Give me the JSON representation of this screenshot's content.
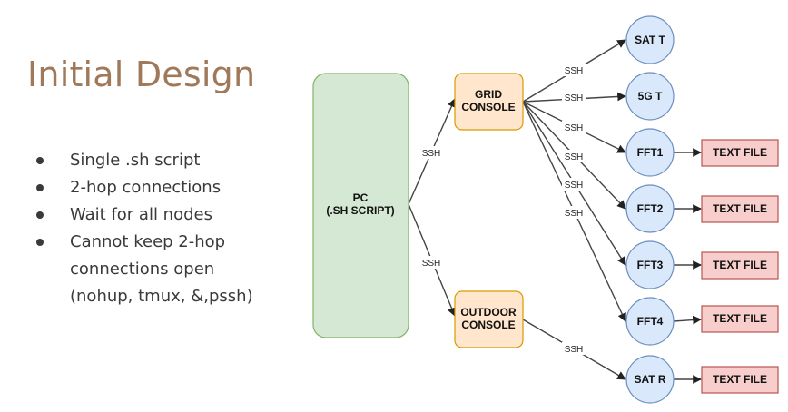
{
  "slide": {
    "title": "Initial Design",
    "bullets": [
      "Single .sh script",
      "2-hop connections",
      "Wait for all nodes",
      "Cannot keep 2-hop connections open (nohup, tmux, &,pssh)"
    ]
  },
  "diagram": {
    "pc": {
      "line1": "PC",
      "line2": "(.SH SCRIPT)"
    },
    "grid_console": {
      "line1": "GRID",
      "line2": "CONSOLE"
    },
    "outdoor_console": {
      "line1": "OUTDOOR",
      "line2": "CONSOLE"
    },
    "nodes": {
      "sat_t": "SAT T",
      "g5_t": "5G T",
      "fft1": "FFT1",
      "fft2": "FFT2",
      "fft3": "FFT3",
      "fft4": "FFT4",
      "sat_r": "SAT R"
    },
    "text_file": "TEXT FILE",
    "edge_label": "SSH",
    "colors": {
      "pc_fill": "#d5e8d4",
      "pc_stroke": "#82b366",
      "console_fill": "#ffe6cc",
      "console_stroke": "#d79b00",
      "node_fill": "#dae8fc",
      "node_stroke": "#6c8ebf",
      "file_fill": "#f8cecc",
      "file_stroke": "#b85450",
      "title": "#a0785a"
    }
  }
}
